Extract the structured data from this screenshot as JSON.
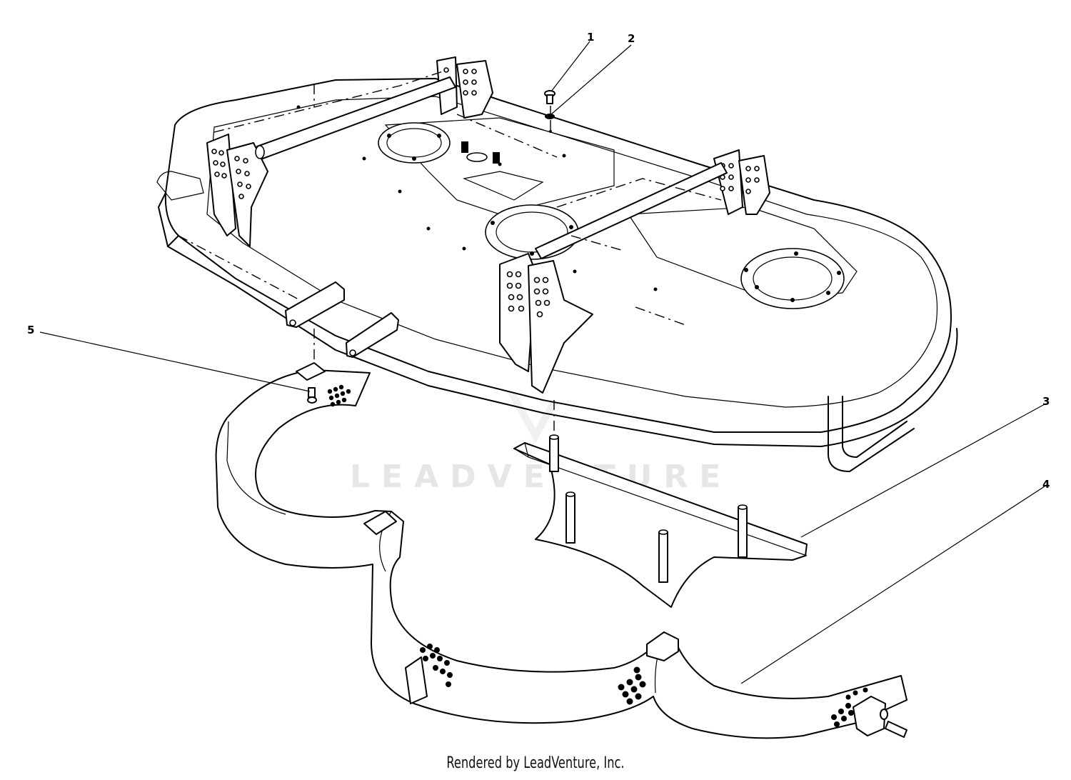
{
  "watermark": {
    "text": "LEADVENTURE"
  },
  "callouts": [
    {
      "id": "1",
      "label": "1"
    },
    {
      "id": "2",
      "label": "2"
    },
    {
      "id": "3",
      "label": "3"
    },
    {
      "id": "4",
      "label": "4"
    },
    {
      "id": "5",
      "label": "5"
    }
  ],
  "footer": {
    "credit": "Rendered by LeadVenture, Inc."
  }
}
